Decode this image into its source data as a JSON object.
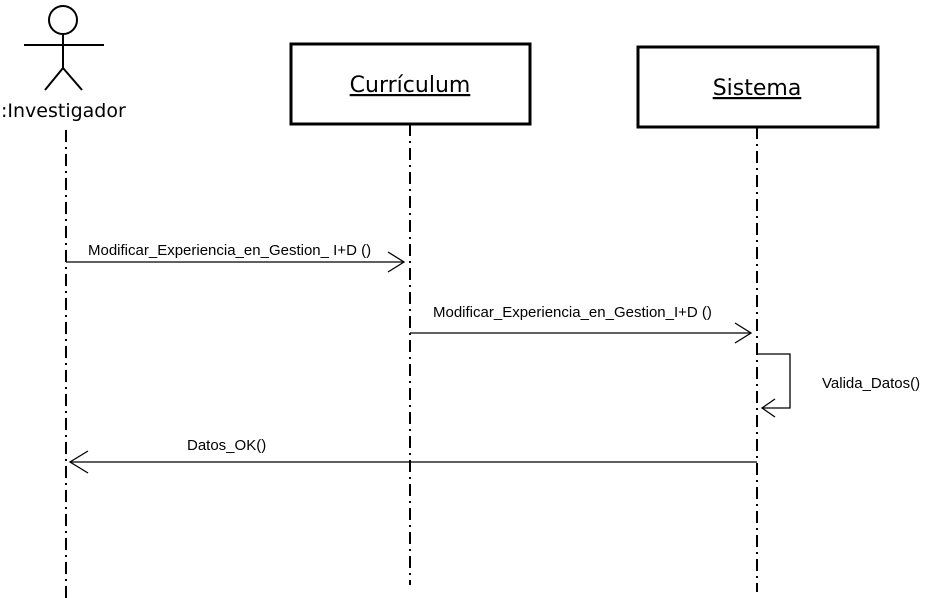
{
  "actor": {
    "label": ":Investigador"
  },
  "objects": {
    "curriculum": {
      "label": "Currículum"
    },
    "sistema": {
      "label": "Sistema"
    }
  },
  "messages": {
    "m1": {
      "label": "Modificar_Experiencia_en_Gestion_ I+D ()"
    },
    "m2": {
      "label": "Modificar_Experiencia_en_Gestion_I+D ()"
    },
    "m3": {
      "label": "Valida_Datos()"
    },
    "m4": {
      "label": "Datos_OK()"
    }
  },
  "colors": {
    "stroke": "#000000",
    "background": "#ffffff"
  }
}
